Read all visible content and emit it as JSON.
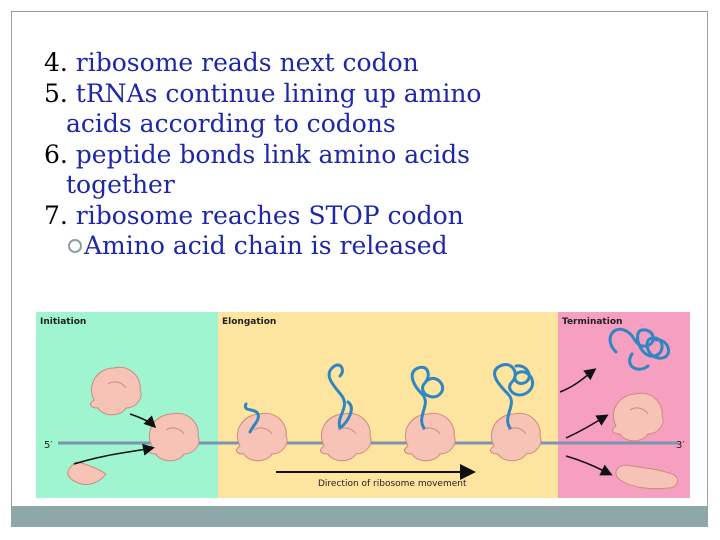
{
  "slide": {
    "items": [
      {
        "num": "4.",
        "text": " ribosome reads next codon"
      },
      {
        "num": "5.",
        "text": " t",
        "text_blue2": "RNAs continue lining up amino",
        "cont": "acids according to codons"
      },
      {
        "num": "6.",
        "text": " peptide bonds link amino acids",
        "cont": "together"
      },
      {
        "num": "7.",
        "text": " ribosome reaches STOP codon"
      }
    ],
    "sub_bullet": "Amino acid chain is released"
  },
  "figure": {
    "stage_initiation": "Initiation",
    "stage_elongation": "Elongation",
    "stage_termination": "Termination",
    "five_prime": "5′",
    "three_prime": "3′",
    "direction_label": "Direction of ribosome movement"
  },
  "colors": {
    "initiation_bg": "#9ff5cf",
    "elongation_bg": "#fde49f",
    "termination_bg": "#f79fc0",
    "ribosome": "#f7c3b6",
    "chain": "#2f86c1",
    "text_blue": "#1d27a8",
    "footer": "#8fa6a6"
  }
}
